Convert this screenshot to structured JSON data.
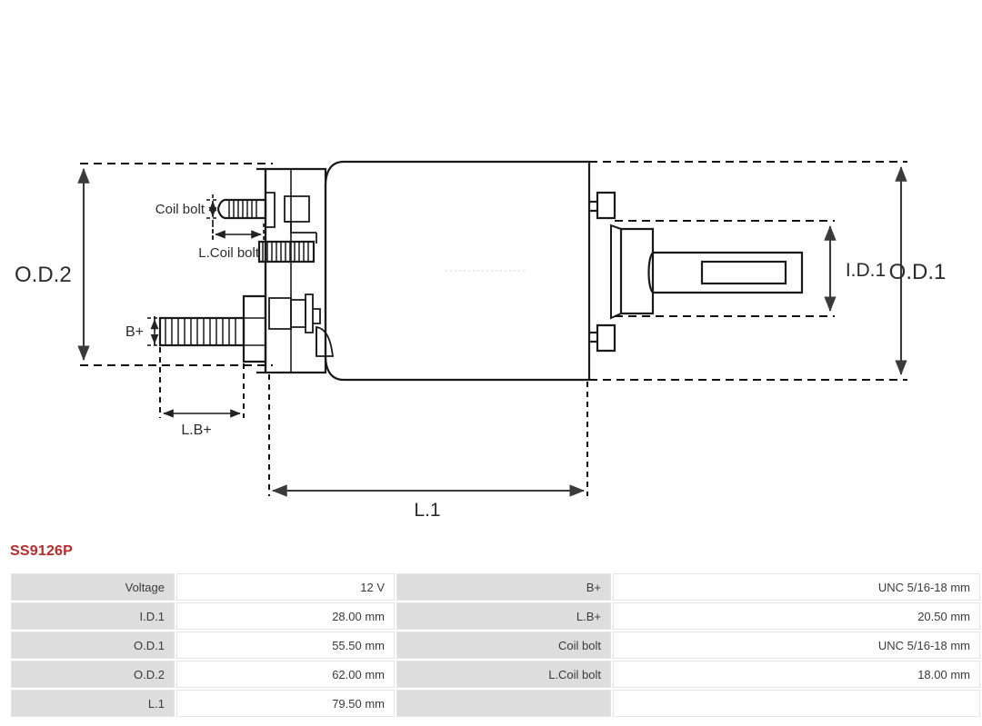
{
  "watermark": "·····································",
  "part_number": "SS9126P",
  "drawing": {
    "title": "starter-solenoid-dimension-drawing",
    "labels": {
      "od2": "O.D.2",
      "od1": "O.D.1",
      "id1": "I.D.1",
      "coil_bolt": "Coil bolt",
      "l_coil_bolt": "L.Coil bolt",
      "b_plus": "B+",
      "l_b_plus": "L.B+",
      "l1": "L.1"
    }
  },
  "spec_table": {
    "rows": [
      {
        "label_left": "Voltage",
        "value_left": "12 V",
        "label_right": "B+",
        "value_right": "UNC 5/16-18 mm"
      },
      {
        "label_left": "I.D.1",
        "value_left": "28.00 mm",
        "label_right": "L.B+",
        "value_right": "20.50 mm"
      },
      {
        "label_left": "O.D.1",
        "value_left": "55.50 mm",
        "label_right": "Coil bolt",
        "value_right": "UNC 5/16-18 mm"
      },
      {
        "label_left": "O.D.2",
        "value_left": "62.00 mm",
        "label_right": "L.Coil bolt",
        "value_right": "18.00 mm"
      },
      {
        "label_left": "L.1",
        "value_left": "79.50 mm",
        "label_right": "",
        "value_right": ""
      }
    ]
  },
  "colors": {
    "part_number": "#b52b2b",
    "label_cell_bg": "#dddddd",
    "value_cell_bg": "#ffffff",
    "drawing_stroke": "#1a1a1a",
    "dimension_stroke": "#404040"
  }
}
